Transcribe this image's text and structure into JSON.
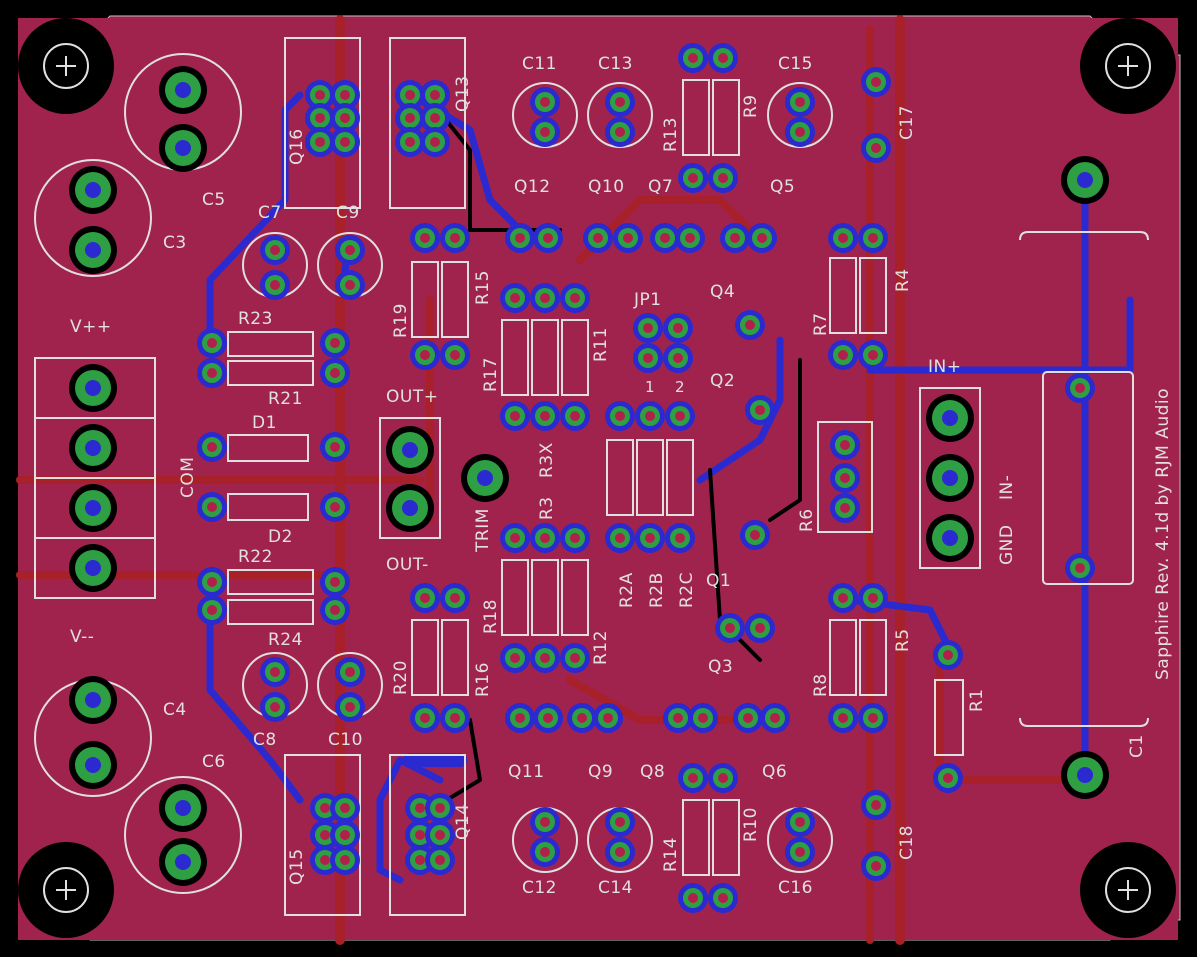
{
  "board": {
    "title": "Sapphire Rev. 4.1d by RJM Audio",
    "colors": {
      "background": "#000000",
      "copper_top": "#b0204a",
      "copper_top_fill": "#a0234e",
      "trace_bottom": "#2a2ad0",
      "pad": "#2ea043",
      "silkscreen": "#e0e0e0"
    }
  },
  "connectors": {
    "power": [
      "V++",
      "COM",
      "V--"
    ],
    "output_plus": "OUT+",
    "output_minus": "OUT-",
    "input_plus": "IN+",
    "gnd": "GND",
    "input_minus": "IN-",
    "trim": "TRIM",
    "jumper": "JP1",
    "jumper_pins": [
      "1",
      "2"
    ]
  },
  "labels": {
    "capacitors": [
      "C1",
      "C3",
      "C4",
      "C5",
      "C6",
      "C7",
      "C8",
      "C9",
      "C10",
      "C11",
      "C12",
      "C13",
      "C14",
      "C15",
      "C16",
      "C17",
      "C18"
    ],
    "resistors": [
      "R1",
      "R2A",
      "R2B",
      "R2C",
      "R3",
      "R3X",
      "R4",
      "R5",
      "R6",
      "R7",
      "R8",
      "R9",
      "R10",
      "R11",
      "R12",
      "R13",
      "R14",
      "R15",
      "R16",
      "R17",
      "R18",
      "R19",
      "R20",
      "R21",
      "R22",
      "R23",
      "R24"
    ],
    "transistors": [
      "Q1",
      "Q2",
      "Q3",
      "Q4",
      "Q5",
      "Q6",
      "Q7",
      "Q8",
      "Q9",
      "Q10",
      "Q11",
      "Q12",
      "Q13",
      "Q14",
      "Q15",
      "Q16"
    ],
    "diodes": [
      "D1",
      "D2"
    ]
  }
}
